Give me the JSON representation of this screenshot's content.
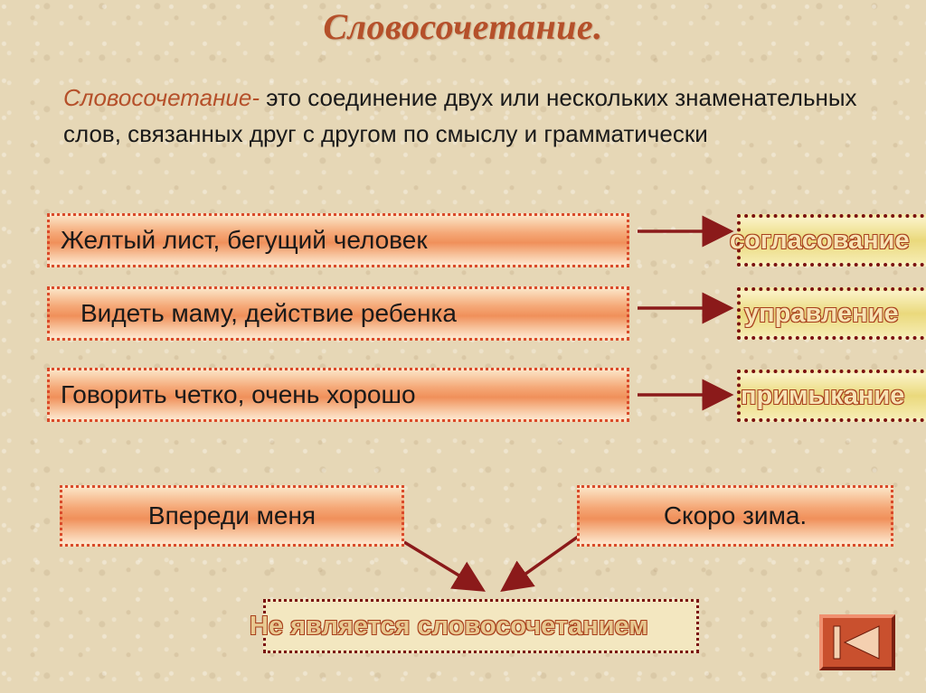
{
  "slide": {
    "title": "Словосочетание.",
    "definition": {
      "term": "Словосочетание",
      "dash": "- ",
      "text": "это соединение двух или нескольких знаменательных слов, связанных друг с другом по смыслу и грамматически"
    },
    "examples": [
      {
        "phrase": "Желтый лист, бегущий человек",
        "type": "согласование"
      },
      {
        "phrase": "Видеть маму, действие ребенка",
        "type": "управление"
      },
      {
        "phrase": "Говорить четко, очень хорошо",
        "type": "примыкание"
      }
    ],
    "non_examples": [
      "Впереди меня",
      "Скоро зима."
    ],
    "conclusion": "Не является словосочетанием"
  },
  "colors": {
    "title": "#b5502a",
    "accent_border": "#d94a2a",
    "result_border": "#7a1010",
    "arrow": "#8b1a1a",
    "background": "#e6d7b6"
  },
  "nav": {
    "icon": "first-slide-icon"
  }
}
